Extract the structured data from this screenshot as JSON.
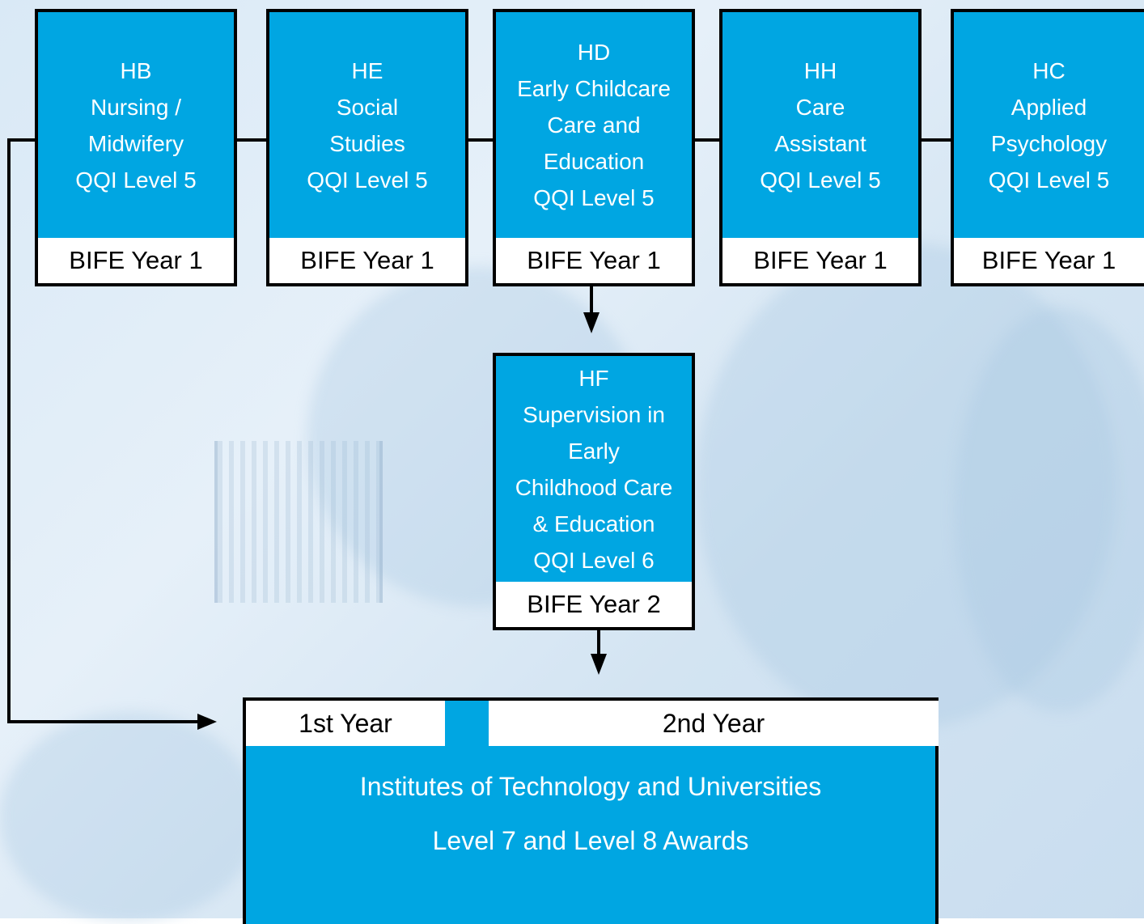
{
  "courses": [
    {
      "id": "hb",
      "lines": [
        "HB",
        "Nursing /",
        "Midwifery",
        "QQI Level 5"
      ],
      "footer": "BIFE Year 1"
    },
    {
      "id": "he",
      "lines": [
        "HE",
        "Social",
        "Studies",
        "QQI Level 5"
      ],
      "footer": "BIFE Year 1"
    },
    {
      "id": "hd",
      "lines": [
        "HD",
        "Early Childcare",
        "Care and",
        "Education",
        "QQI Level 5"
      ],
      "footer": "BIFE Year 1"
    },
    {
      "id": "hh",
      "lines": [
        "HH",
        "Care",
        "Assistant",
        "QQI Level 5"
      ],
      "footer": "BIFE Year 1"
    },
    {
      "id": "hc",
      "lines": [
        "HC",
        "Applied",
        "Psychology",
        "QQI Level 5"
      ],
      "footer": "BIFE Year 1"
    }
  ],
  "progression": {
    "id": "hf",
    "lines": [
      "HF",
      "Supervision in",
      "Early",
      "Childhood Care",
      "& Education",
      "QQI Level 6"
    ],
    "footer": "BIFE Year 2"
  },
  "destination": {
    "year1_label": "1st Year",
    "year2_label": "2nd Year",
    "line1": "Institutes of Technology and Universities",
    "line2": "Level 7 and Level 8 Awards"
  },
  "colors": {
    "box_blue": "#00a6e2",
    "footer_white": "#ffffff",
    "border": "#000000",
    "background": "#dce9f5"
  }
}
